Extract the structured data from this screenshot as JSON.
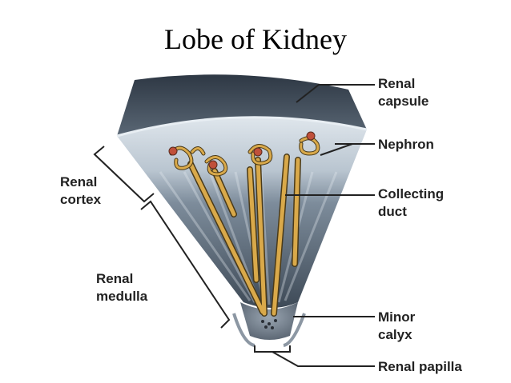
{
  "title": "Lobe of Kidney",
  "labels": {
    "renal_capsule": [
      "Renal",
      "capsule"
    ],
    "nephron": "Nephron",
    "collecting_duct": [
      "Collecting",
      "duct"
    ],
    "renal_cortex": [
      "Renal",
      "cortex"
    ],
    "renal_medulla": [
      "Renal",
      "medulla"
    ],
    "minor_calyx": [
      "Minor",
      "calyx"
    ],
    "renal_papilla": "Renal papilla"
  },
  "colors": {
    "capsule": "#3f4a56",
    "cortex": "#c9d3dc",
    "medulla": "#5b6a7a",
    "tubule": "#d9a94a",
    "tubule_outline": "#4a3a18",
    "glomerulus": "#c0503a"
  }
}
